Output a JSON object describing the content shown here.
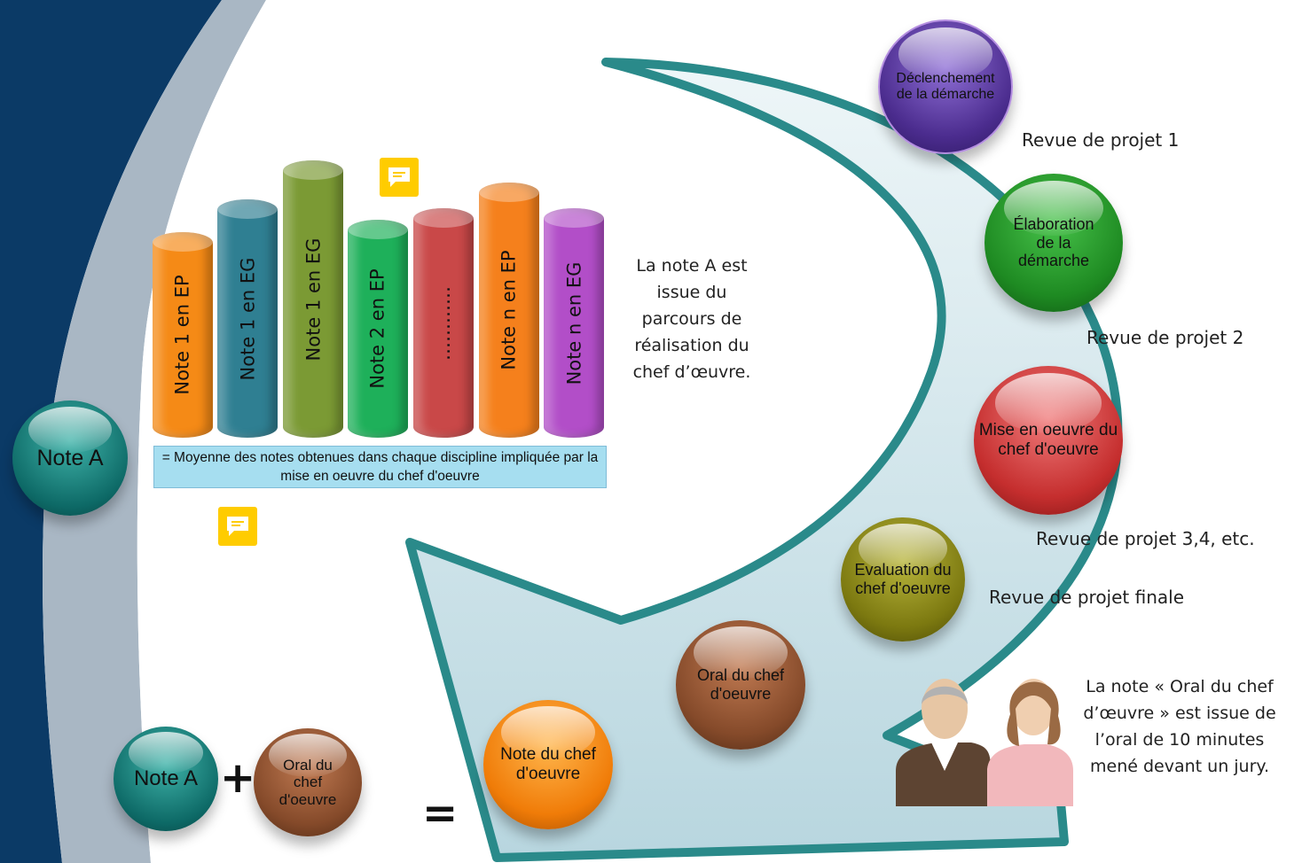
{
  "colors": {
    "navy": "#0b3a66",
    "grey_band": "#a9b7c4",
    "arrow_fill": "#d2e6ec",
    "arrow_edge": "#2a8a8a"
  },
  "bars": [
    {
      "label": "Note 1 en EP",
      "color": "#f58a16"
    },
    {
      "label": "Note 1 en EG",
      "color": "#2f7f92"
    },
    {
      "label": "Note 1 en EG",
      "color": "#7b9a34"
    },
    {
      "label": "Note 2 en EP",
      "color": "#1eb05a"
    },
    {
      "label": "…………",
      "color": "#c94848"
    },
    {
      "label": "Note n en EP",
      "color": "#f5801c"
    },
    {
      "label": "Note n en EG",
      "color": "#b24ec8"
    }
  ],
  "summary_box": "= Moyenne des notes obtenues dans chaque discipline impliquée par la mise en oeuvre du chef d'oeuvre",
  "note_a_text": "La note A est issue du parcours de réalisation du chef d’œuvre.",
  "oral_text": "La note « Oral du chef d’œuvre » est issue de l’oral de 10 minutes mené devant un jury.",
  "spheres": {
    "declenchement": "Déclenchement de la démarche",
    "elaboration": "Élaboration de la démarche",
    "mise_en_oeuvre": "Mise en oeuvre du chef d'oeuvre",
    "evaluation": "Evaluation du chef d'oeuvre",
    "oral": "Oral du chef d'oeuvre",
    "note_chef": "Note du chef d'oeuvre",
    "note_a_left": "Note A",
    "note_a_bottom": "Note A",
    "oral_bottom": "Oral du chef d'oeuvre"
  },
  "reviews": {
    "r1": "Revue de projet 1",
    "r2": "Revue de projet 2",
    "r3": "Revue de projet 3,4, etc.",
    "final": "Revue de projet finale"
  },
  "operators": {
    "plus": "+",
    "equals": "="
  }
}
